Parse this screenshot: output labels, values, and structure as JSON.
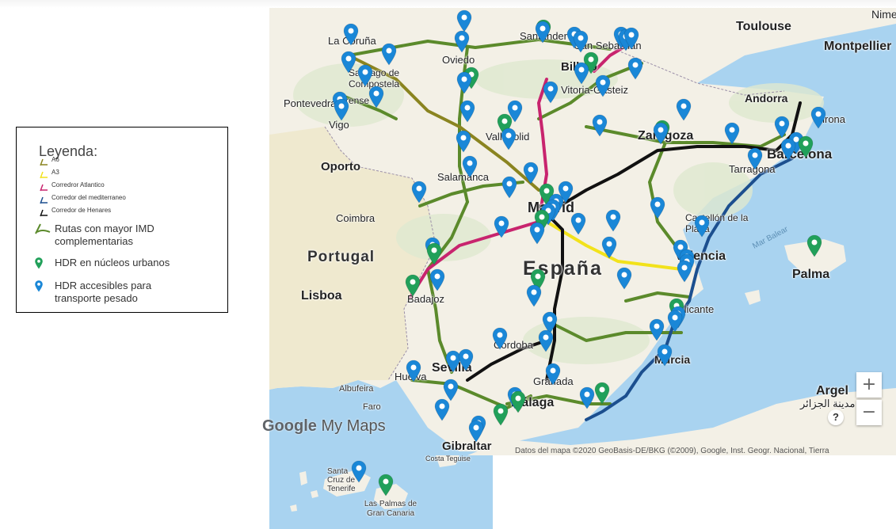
{
  "map": {
    "labels": {
      "nimes": "Nimes",
      "toulouse": "Toulouse",
      "montpellier": "Montpellier",
      "andorra": "Andorra",
      "la_coruna": "La Coruña",
      "santiago": "Santiago de Compostela",
      "ourense": "Ourense",
      "pontevedra": "Pontevedra",
      "vigo": "Vigo",
      "oviedo": "Oviedo",
      "santander": "Santander",
      "san_sebastian": "San Sebastián",
      "bilbao": "Bilbao",
      "vitoria": "Vitoria-Gasteiz",
      "valladolid": "Valladolid",
      "zaragoza": "Zaragoza",
      "girona": "Girona",
      "barcelona": "Barcelona",
      "tarragona": "Tarragona",
      "oporto": "Oporto",
      "salamanca": "Salamanca",
      "madrid": "Madrid",
      "coimbra": "Coimbra",
      "castellon": "Castellón de la Plana",
      "mar_balear": "Mar Balear",
      "portugal": "Portugal",
      "espana": "España",
      "valencia": "Valencia",
      "palma": "Palma",
      "lisboa": "Lisboa",
      "badajoz": "Badajoz",
      "alicante": "Alicante",
      "cordoba": "Córdoba",
      "murcia": "Murcia",
      "sevilla": "Sevilla",
      "huelva": "Huelva",
      "granada": "Granada",
      "albufeira": "Albufeira",
      "faro": "Faro",
      "malaga": "Málaga",
      "gibraltar": "Gibraltar",
      "argel": "Argel",
      "argel_ar": "مدينة الجزائر",
      "costa_teguise": "Costa Teguise",
      "santa_cruz": "Santa Cruz de Tenerife",
      "las_palmas": "Las Palmas de Gran Canaria"
    },
    "branding": "Google My Maps",
    "attribution": "Datos del mapa ©2020 GeoBasis-DE/BKG (©2009), Google, Inst. Geogr. Nacional, Tierra",
    "zoom_in": "+",
    "zoom_out": "−",
    "help": "?",
    "colors": {
      "sea": "#a9d3f0",
      "land": "#f3f0e6",
      "portugal": "#efe9cf",
      "pin_blue": "#1a87d7",
      "pin_green": "#21a05a",
      "a6": "#8a8420",
      "a3": "#f2e21b",
      "atlantico": "#c8246e",
      "mediterraneo": "#1c4f8f",
      "henares": "#111111",
      "imd": "#5b8a2b"
    }
  },
  "legend": {
    "title": "Leyenda:",
    "items": [
      {
        "label": "A6",
        "icon": "route-icon",
        "color": "#8a8420"
      },
      {
        "label": "A3",
        "icon": "route-icon",
        "color": "#f2e21b"
      },
      {
        "label": "Corredror Atlantico",
        "icon": "route-icon",
        "color": "#c8246e"
      },
      {
        "label": "Corredor del mediterraneo",
        "icon": "route-icon",
        "color": "#1c4f8f"
      },
      {
        "label": "Corredor de Henares",
        "icon": "route-icon",
        "color": "#111111"
      }
    ],
    "imd": {
      "label": "Rutas con mayor IMD complementarias",
      "icon": "route-icon",
      "color": "#5b8a2b"
    },
    "green": {
      "label": "HDR en núcleos urbanos",
      "icon": "map-pin-icon",
      "color": "#21a05a"
    },
    "blue": {
      "label": "HDR accesibles para transporte pesado",
      "icon": "map-pin-icon",
      "color": "#1a87d7"
    }
  }
}
